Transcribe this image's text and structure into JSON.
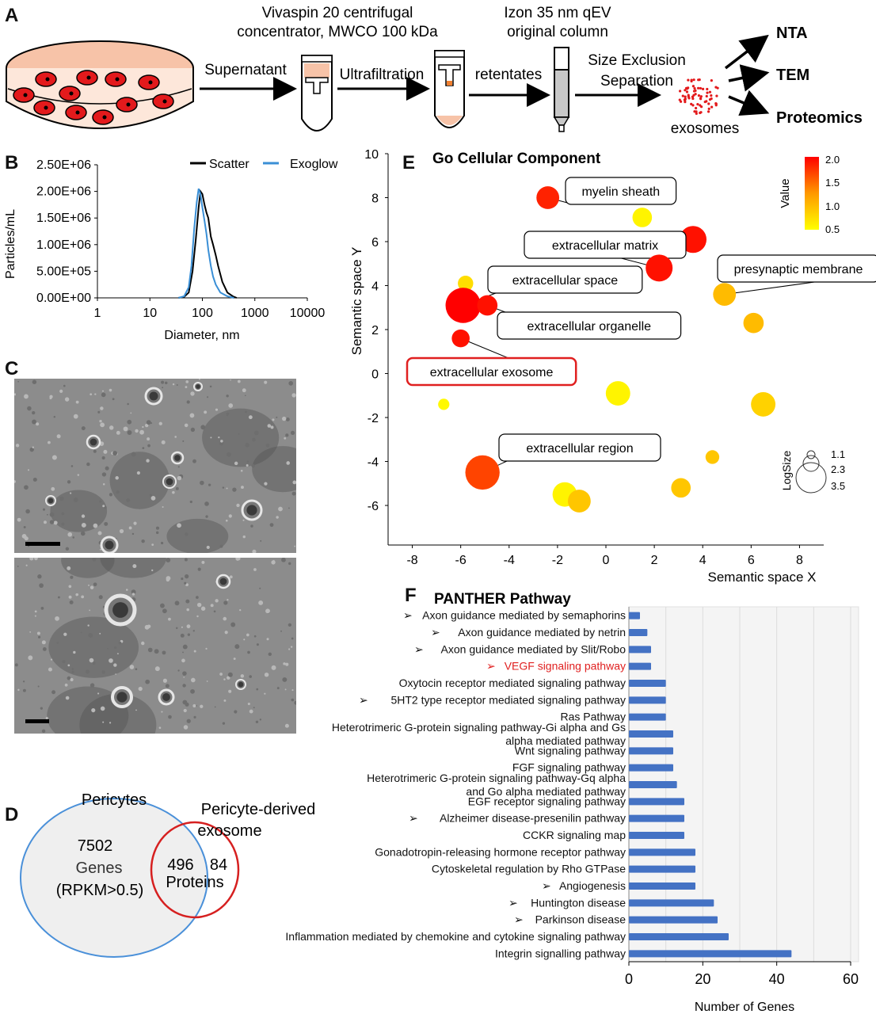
{
  "panels": {
    "A": "A",
    "B": "B",
    "C": "C",
    "D": "D",
    "E": "E",
    "F": "F"
  },
  "workflow": {
    "centrifuge_label": [
      "Vivaspin 20 centrifugal",
      "concentrator, MWCO 100 kDa"
    ],
    "column_label": [
      "Izon 35 nm qEV",
      "original column"
    ],
    "step1": "Supernatant",
    "step2": "Ultrafiltration",
    "step3": "retentates",
    "step4": [
      "Size Exclusion",
      "Separation"
    ],
    "product": "exosomes",
    "outputs": [
      "NTA",
      "TEM",
      "Proteomics"
    ],
    "colors": {
      "cell": "#e31a1c",
      "dish_medium": "#f7c3a8",
      "arrow": "#000000"
    }
  },
  "venn": {
    "left_title": "Pericytes",
    "right_title": [
      "Pericyte-derived",
      "exosome"
    ],
    "left_count": "7502",
    "left_desc": [
      "Genes",
      "(RPKM>0.5)"
    ],
    "overlap_count": "496",
    "right_count": "84",
    "overlap_desc": "Proteins",
    "colors": {
      "left": "#4a90d9",
      "right": "#d62020"
    }
  },
  "chart_data": [
    {
      "type": "line",
      "panel": "B",
      "xlabel": "Diameter, nm",
      "ylabel": "Particles/mL",
      "xscale": "log",
      "x_ticks": [
        "1",
        "10",
        "100",
        "1000",
        "10000"
      ],
      "y_ticks": [
        "0.00E+00",
        "5.00E+05",
        "1.00E+06",
        "1.50E+06",
        "2.00E+06",
        "2.50E+06"
      ],
      "xlim": [
        1,
        10000
      ],
      "ylim": [
        0,
        2500000
      ],
      "legend_position": "top-right",
      "series": [
        {
          "name": "Scatter",
          "color": "#000000",
          "points": [
            [
              35,
              0
            ],
            [
              45,
              20000
            ],
            [
              55,
              100000
            ],
            [
              65,
              500000
            ],
            [
              75,
              1100000
            ],
            [
              85,
              1700000
            ],
            [
              92,
              2000000
            ],
            [
              100,
              1950000
            ],
            [
              110,
              1750000
            ],
            [
              120,
              1600000
            ],
            [
              130,
              1500000
            ],
            [
              145,
              1150000
            ],
            [
              160,
              1000000
            ],
            [
              180,
              800000
            ],
            [
              200,
              600000
            ],
            [
              240,
              300000
            ],
            [
              300,
              100000
            ],
            [
              380,
              30000
            ],
            [
              450,
              0
            ]
          ]
        },
        {
          "name": "Exoglow",
          "color": "#3a8fd6",
          "points": [
            [
              35,
              0
            ],
            [
              45,
              30000
            ],
            [
              55,
              200000
            ],
            [
              62,
              600000
            ],
            [
              70,
              1300000
            ],
            [
              78,
              1800000
            ],
            [
              85,
              2050000
            ],
            [
              92,
              1950000
            ],
            [
              100,
              1700000
            ],
            [
              110,
              1450000
            ],
            [
              120,
              1200000
            ],
            [
              130,
              900000
            ],
            [
              145,
              600000
            ],
            [
              160,
              400000
            ],
            [
              180,
              250000
            ],
            [
              220,
              100000
            ],
            [
              300,
              30000
            ],
            [
              400,
              0
            ]
          ]
        }
      ]
    },
    {
      "type": "scatter",
      "panel": "E",
      "title": "Go Cellular Component",
      "xlabel": "Semantic space X",
      "ylabel": "Semantic space Y",
      "xlim": [
        -9,
        9
      ],
      "ylim": [
        -7.8,
        10
      ],
      "x_ticks": [
        -8,
        -6,
        -4,
        -2,
        0,
        2,
        4,
        6,
        8
      ],
      "y_ticks": [
        -6,
        -4,
        -2,
        0,
        2,
        4,
        6,
        8,
        10
      ],
      "colorbar": {
        "label": "Value",
        "ticks": [
          "2.0",
          "1.5",
          "1.0",
          "0.5"
        ],
        "range": [
          0.3,
          2.1
        ],
        "colors": [
          "#ffff00",
          "#ff9900",
          "#ff0000"
        ]
      },
      "size_legend": {
        "label": "LogSize",
        "values": [
          "1.1",
          "2.3",
          "3.5"
        ]
      },
      "points": [
        {
          "x": -2.4,
          "y": 8.0,
          "value": 1.9,
          "logsize": 2.0,
          "label": "myelin sheath"
        },
        {
          "x": 1.5,
          "y": 7.1,
          "value": 0.4,
          "logsize": 1.6,
          "label": ""
        },
        {
          "x": 3.6,
          "y": 6.1,
          "value": 2.0,
          "logsize": 2.5,
          "label": ""
        },
        {
          "x": 2.2,
          "y": 4.8,
          "value": 2.0,
          "logsize": 2.5,
          "label": "extracellular matrix"
        },
        {
          "x": 4.9,
          "y": 3.6,
          "value": 0.9,
          "logsize": 2.0,
          "label": "presynaptic membrane"
        },
        {
          "x": -5.8,
          "y": 4.1,
          "value": 0.6,
          "logsize": 1.1,
          "label": ""
        },
        {
          "x": -5.9,
          "y": 3.1,
          "value": 2.1,
          "logsize": 3.5,
          "label": "extracellular space"
        },
        {
          "x": -4.9,
          "y": 3.1,
          "value": 2.0,
          "logsize": 1.7,
          "label": "extracellular organelle"
        },
        {
          "x": 6.1,
          "y": 2.3,
          "value": 0.9,
          "logsize": 1.7,
          "label": ""
        },
        {
          "x": -6.0,
          "y": 1.6,
          "value": 2.0,
          "logsize": 1.4,
          "label": "extracellular exosome"
        },
        {
          "x": -6.7,
          "y": -1.4,
          "value": 0.35,
          "logsize": 0.6,
          "label": ""
        },
        {
          "x": 0.5,
          "y": -0.9,
          "value": 0.4,
          "logsize": 2.2,
          "label": ""
        },
        {
          "x": 6.5,
          "y": -1.4,
          "value": 0.7,
          "logsize": 2.2,
          "label": ""
        },
        {
          "x": -5.1,
          "y": -4.5,
          "value": 1.7,
          "logsize": 3.4,
          "label": "extracellular region"
        },
        {
          "x": 4.4,
          "y": -3.8,
          "value": 0.8,
          "logsize": 0.9,
          "label": ""
        },
        {
          "x": -1.7,
          "y": -5.5,
          "value": 0.4,
          "logsize": 2.2,
          "label": ""
        },
        {
          "x": -1.1,
          "y": -5.8,
          "value": 0.8,
          "logsize": 2.0,
          "label": ""
        },
        {
          "x": 3.1,
          "y": -5.2,
          "value": 0.8,
          "logsize": 1.6,
          "label": ""
        }
      ]
    },
    {
      "type": "bar",
      "orientation": "horizontal",
      "panel": "F",
      "title": "PANTHER Pathway",
      "xlabel": "Number of Genes",
      "xlim": [
        0,
        60
      ],
      "x_ticks": [
        0,
        20,
        40,
        60
      ],
      "bar_color": "#4472c4",
      "highlight_color": "#e02020",
      "categories": [
        {
          "label": "Axon guidance mediated by semaphorins",
          "lines": [
            "Axon guidance mediated by semaphorins"
          ],
          "value": 3,
          "arrow": true,
          "highlight": false
        },
        {
          "label": "Axon guidance mediated by netrin",
          "lines": [
            "Axon guidance mediated by netrin"
          ],
          "value": 5,
          "arrow": true,
          "highlight": false
        },
        {
          "label": "Axon guidance mediated by Slit/Robo",
          "lines": [
            "Axon guidance mediated by Slit/Robo"
          ],
          "value": 6,
          "arrow": true,
          "highlight": false
        },
        {
          "label": "VEGF signaling pathway",
          "lines": [
            "VEGF signaling pathway"
          ],
          "value": 6,
          "arrow": true,
          "highlight": true
        },
        {
          "label": "Oxytocin receptor mediated signaling pathway",
          "lines": [
            "Oxytocin receptor mediated signaling pathway"
          ],
          "value": 10,
          "arrow": false,
          "highlight": false
        },
        {
          "label": "5HT2 type receptor mediated signaling pathway",
          "lines": [
            "5HT2 type receptor mediated signaling pathway"
          ],
          "value": 10,
          "arrow": true,
          "highlight": false
        },
        {
          "label": "Ras Pathway",
          "lines": [
            "Ras Pathway"
          ],
          "value": 10,
          "arrow": false,
          "highlight": false
        },
        {
          "label": "Heterotrimeric G-protein signaling pathway-Gi alpha and Gs alpha mediated pathway",
          "lines": [
            "Heterotrimeric G-protein signaling pathway-Gi alpha and Gs",
            "alpha mediated pathway"
          ],
          "value": 12,
          "arrow": false,
          "highlight": false
        },
        {
          "label": "Wnt signaling pathway",
          "lines": [
            "Wnt signaling pathway"
          ],
          "value": 12,
          "arrow": false,
          "highlight": false
        },
        {
          "label": "FGF signaling pathway",
          "lines": [
            "FGF signaling pathway"
          ],
          "value": 12,
          "arrow": false,
          "highlight": false
        },
        {
          "label": "Heterotrimeric G-protein signaling pathway-Gq alpha and Go alpha mediated pathway",
          "lines": [
            "Heterotrimeric G-protein signaling pathway-Gq alpha",
            "and Go alpha mediated pathway"
          ],
          "value": 13,
          "arrow": false,
          "highlight": false
        },
        {
          "label": "EGF receptor signaling pathway",
          "lines": [
            "EGF receptor signaling pathway"
          ],
          "value": 15,
          "arrow": false,
          "highlight": false
        },
        {
          "label": "Alzheimer disease-presenilin pathway",
          "lines": [
            "Alzheimer disease-presenilin pathway"
          ],
          "value": 15,
          "arrow": true,
          "highlight": false
        },
        {
          "label": "CCKR signaling map",
          "lines": [
            "CCKR signaling map"
          ],
          "value": 15,
          "arrow": false,
          "highlight": false
        },
        {
          "label": "Gonadotropin-releasing hormone receptor pathway",
          "lines": [
            "Gonadotropin-releasing hormone receptor pathway"
          ],
          "value": 18,
          "arrow": false,
          "highlight": false
        },
        {
          "label": "Cytoskeletal regulation by Rho GTPase",
          "lines": [
            "Cytoskeletal regulation by Rho GTPase"
          ],
          "value": 18,
          "arrow": false,
          "highlight": false
        },
        {
          "label": "Angiogenesis",
          "lines": [
            "Angiogenesis"
          ],
          "value": 18,
          "arrow": true,
          "highlight": false
        },
        {
          "label": "Huntington disease",
          "lines": [
            "Huntington disease"
          ],
          "value": 23,
          "arrow": true,
          "highlight": false
        },
        {
          "label": "Parkinson disease",
          "lines": [
            "Parkinson disease"
          ],
          "value": 24,
          "arrow": true,
          "highlight": false
        },
        {
          "label": "Inflammation mediated by chemokine and cytokine signaling pathway",
          "lines": [
            "Inflammation mediated by chemokine and cytokine signaling pathway"
          ],
          "value": 27,
          "arrow": false,
          "highlight": false
        },
        {
          "label": "Integrin signalling pathway",
          "lines": [
            "Integrin signalling pathway"
          ],
          "value": 44,
          "arrow": false,
          "highlight": false
        }
      ]
    }
  ]
}
